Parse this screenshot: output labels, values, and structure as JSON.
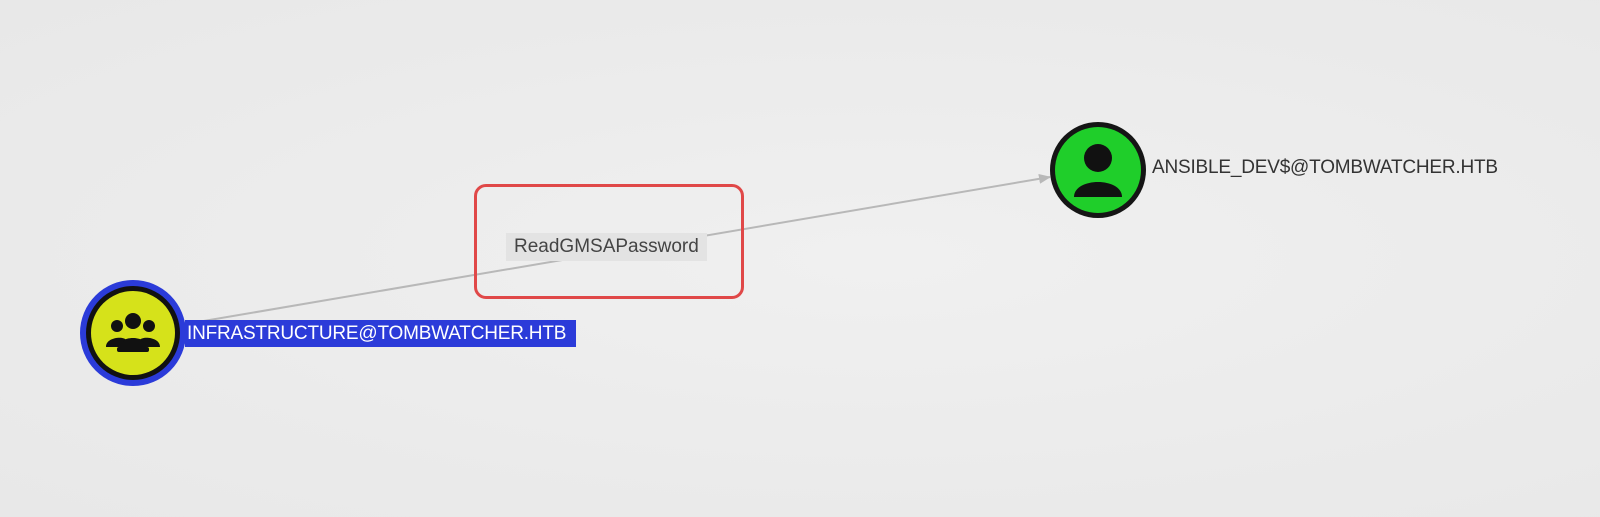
{
  "graph": {
    "nodes": [
      {
        "id": "group",
        "label": "INFRASTRUCTURE@TOMBWATCHER.HTB",
        "kind": "group",
        "icon": "group-icon",
        "color": "#d6e21a",
        "selected": true,
        "selection_color": "#2b3bd9"
      },
      {
        "id": "user",
        "label": "ANSIBLE_DEV$@TOMBWATCHER.HTB",
        "kind": "user",
        "icon": "user-icon",
        "color": "#1fce2a",
        "selected": false
      }
    ],
    "edges": [
      {
        "from": "group",
        "to": "user",
        "label": "ReadGMSAPassword",
        "highlighted": true,
        "highlight_color": "#e04848"
      }
    ]
  }
}
